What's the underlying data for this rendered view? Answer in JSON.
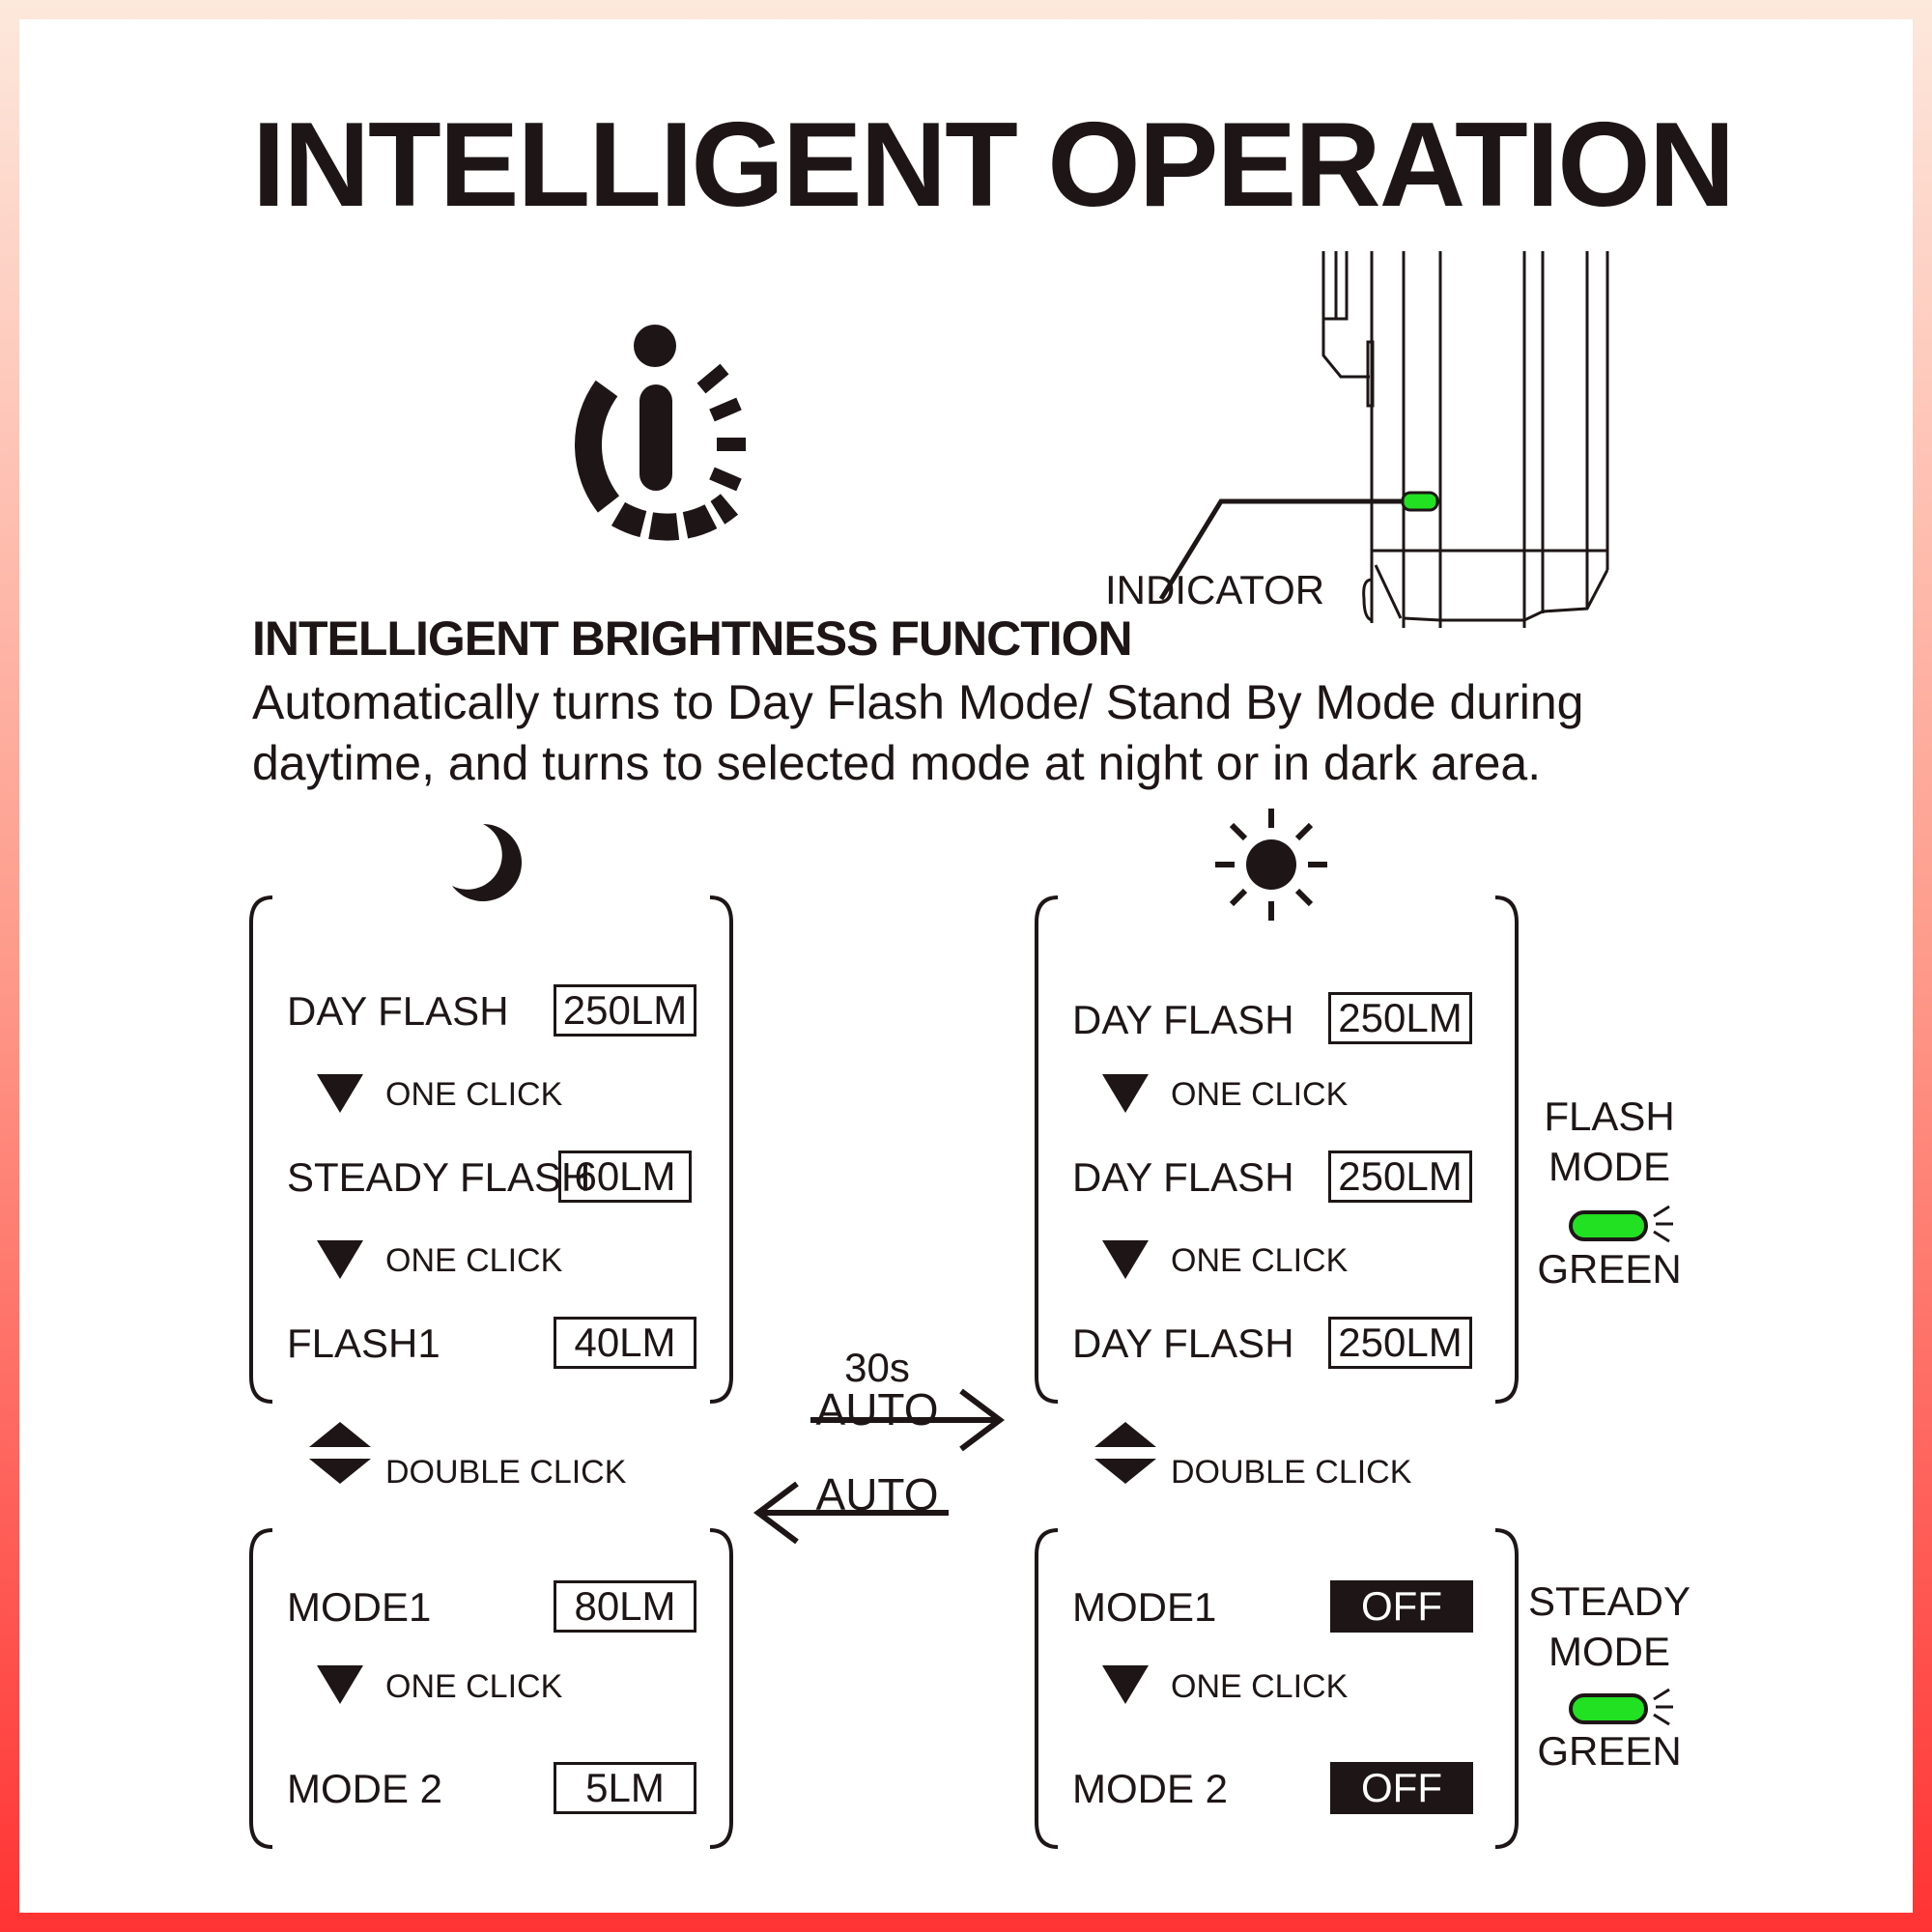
{
  "title": "INTELLIGENT OPERATION",
  "indicator_label": "INDICATOR",
  "subtitle": "INTELLIGENT BRIGHTNESS FUNCTION",
  "description": [
    "Automatically turns to Day Flash Mode/ Stand By Mode during",
    "daytime, and turns to selected mode at night or in dark area."
  ],
  "night": {
    "top": [
      {
        "label": "DAY FLASH",
        "value": "250LM"
      },
      {
        "label": "STEADY FLASH",
        "value": "60LM"
      },
      {
        "label": "FLASH1",
        "value": "40LM"
      }
    ],
    "bottom": [
      {
        "label": "MODE1",
        "value": "80LM"
      },
      {
        "label": "MODE 2",
        "value": "5LM"
      }
    ]
  },
  "day": {
    "top": [
      {
        "label": "DAY FLASH",
        "value": "250LM"
      },
      {
        "label": "DAY FLASH",
        "value": "250LM"
      },
      {
        "label": "DAY FLASH",
        "value": "250LM"
      }
    ],
    "bottom": [
      {
        "label": "MODE1",
        "value": "OFF"
      },
      {
        "label": "MODE 2",
        "value": "OFF"
      }
    ]
  },
  "one_click": "ONE CLICK",
  "double_click": "DOUBLE CLICK",
  "arrows": {
    "to_day_top": "30s",
    "to_day": "AUTO",
    "to_night": "AUTO"
  },
  "flash_mode": {
    "line1": "FLASH",
    "line2": "MODE",
    "color": "GREEN"
  },
  "steady_mode": {
    "line1": "STEADY",
    "line2": "MODE",
    "color": "GREEN"
  },
  "colors": {
    "led": "#22e022",
    "border": "#ff3333"
  }
}
